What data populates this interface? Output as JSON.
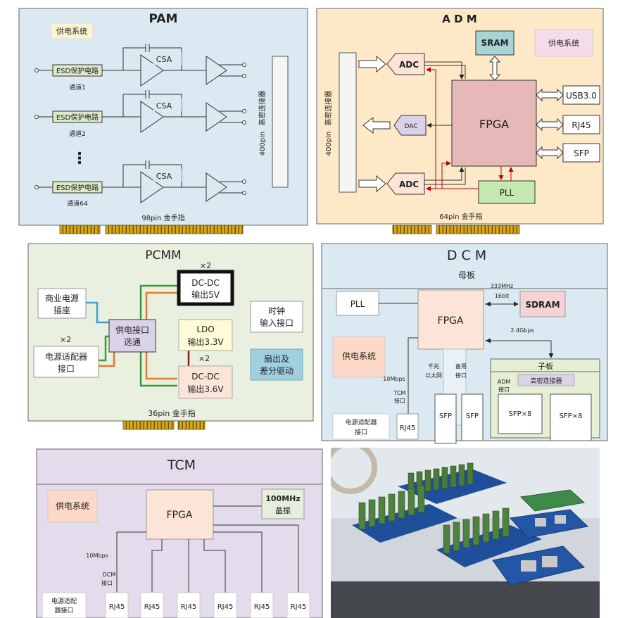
{
  "colors": {
    "pam_bg": "#dbeaf2",
    "adm_bg": "#fde9c8",
    "pcmm_bg": "#eaf0e0",
    "dcm_bg": "#dbeaf2",
    "tcm_bg": "#e4dcec",
    "fpga_pink": "#e6b9b8",
    "fpga_peach": "#fce4d6",
    "pll_green": "#c5e8b0",
    "sram_teal": "#a9d4d6",
    "gold": "#d8a818",
    "fan_blue": "#9fcfe0",
    "interface_purple": "#d9d2e9"
  },
  "pam": {
    "title": "PAM",
    "power": "供电系统",
    "esd": "ESD保护电路",
    "csa": "CSA",
    "channels": [
      "通道1",
      "通道2",
      "通道64"
    ],
    "dots": "⋮",
    "connector_pins": "400pin",
    "connector_name": "高密连接器",
    "gold_finger": "98pin  金手指"
  },
  "adm": {
    "title": "A D M",
    "sram": "SRAM",
    "power": "供电系统",
    "connector_pins": "400pin",
    "connector_name": "高密连接器",
    "adc": "ADC",
    "dac": "DAC",
    "fpga": "FPGA",
    "pll": "PLL",
    "usb": "USB3.0",
    "rj45": "RJ45",
    "sfp": "SFP",
    "gold_finger": "64pin  金手指"
  },
  "pcmm": {
    "title": "PCMM",
    "x2": "×2",
    "dcdc5_line1": "DC-DC",
    "dcdc5_line2": "输出5V",
    "dcdc36_line1": "DC-DC",
    "dcdc36_line2": "输出3.6V",
    "ldo_line1": "LDO",
    "ldo_line2": "输出3.3V",
    "commercial_line1": "商业电源",
    "commercial_line2": "插座",
    "adapter_line1": "电源适配器",
    "adapter_line2": "接口",
    "select_line1": "供电接口",
    "select_line2": "选通",
    "clock_line1": "时钟",
    "clock_line2": "输入接口",
    "fan_line1": "扇出及",
    "fan_line2": "差分驱动",
    "gold_finger": "36pin  金手指"
  },
  "dcm": {
    "title": "D C M",
    "mother": "母板",
    "pll": "PLL",
    "fpga": "FPGA",
    "sdram": "SDRAM",
    "freq": "333MHz",
    "bits": "16bit",
    "gbps": "2.4Gbps",
    "power": "供电系统",
    "mbps": "10Mbps",
    "tcm_line1": "TCM",
    "tcm_line2": "接口",
    "eth_line1": "千兆",
    "eth_line2": "以太网",
    "spare_line1": "备用",
    "spare_line2": "接口",
    "daughter": "子板",
    "adm_line1": "ADM",
    "adm_line2": "接口",
    "hd_conn": "高密连接器",
    "sfp": "SFP",
    "sfp8": "SFP×8",
    "adapter_line1": "电源适配器",
    "adapter_line2": "接口",
    "rj45": "RJ45"
  },
  "tcm": {
    "title": "TCM",
    "power": "供电系统",
    "fpga": "FPGA",
    "osc_line1": "100MHz",
    "osc_line2": "晶振",
    "mbps": "10Mbps",
    "dcm_line1": "DCM",
    "dcm_line2": "接口",
    "adapter_line1": "电源适配",
    "adapter_line2": "器接口",
    "rj45": "RJ45"
  }
}
